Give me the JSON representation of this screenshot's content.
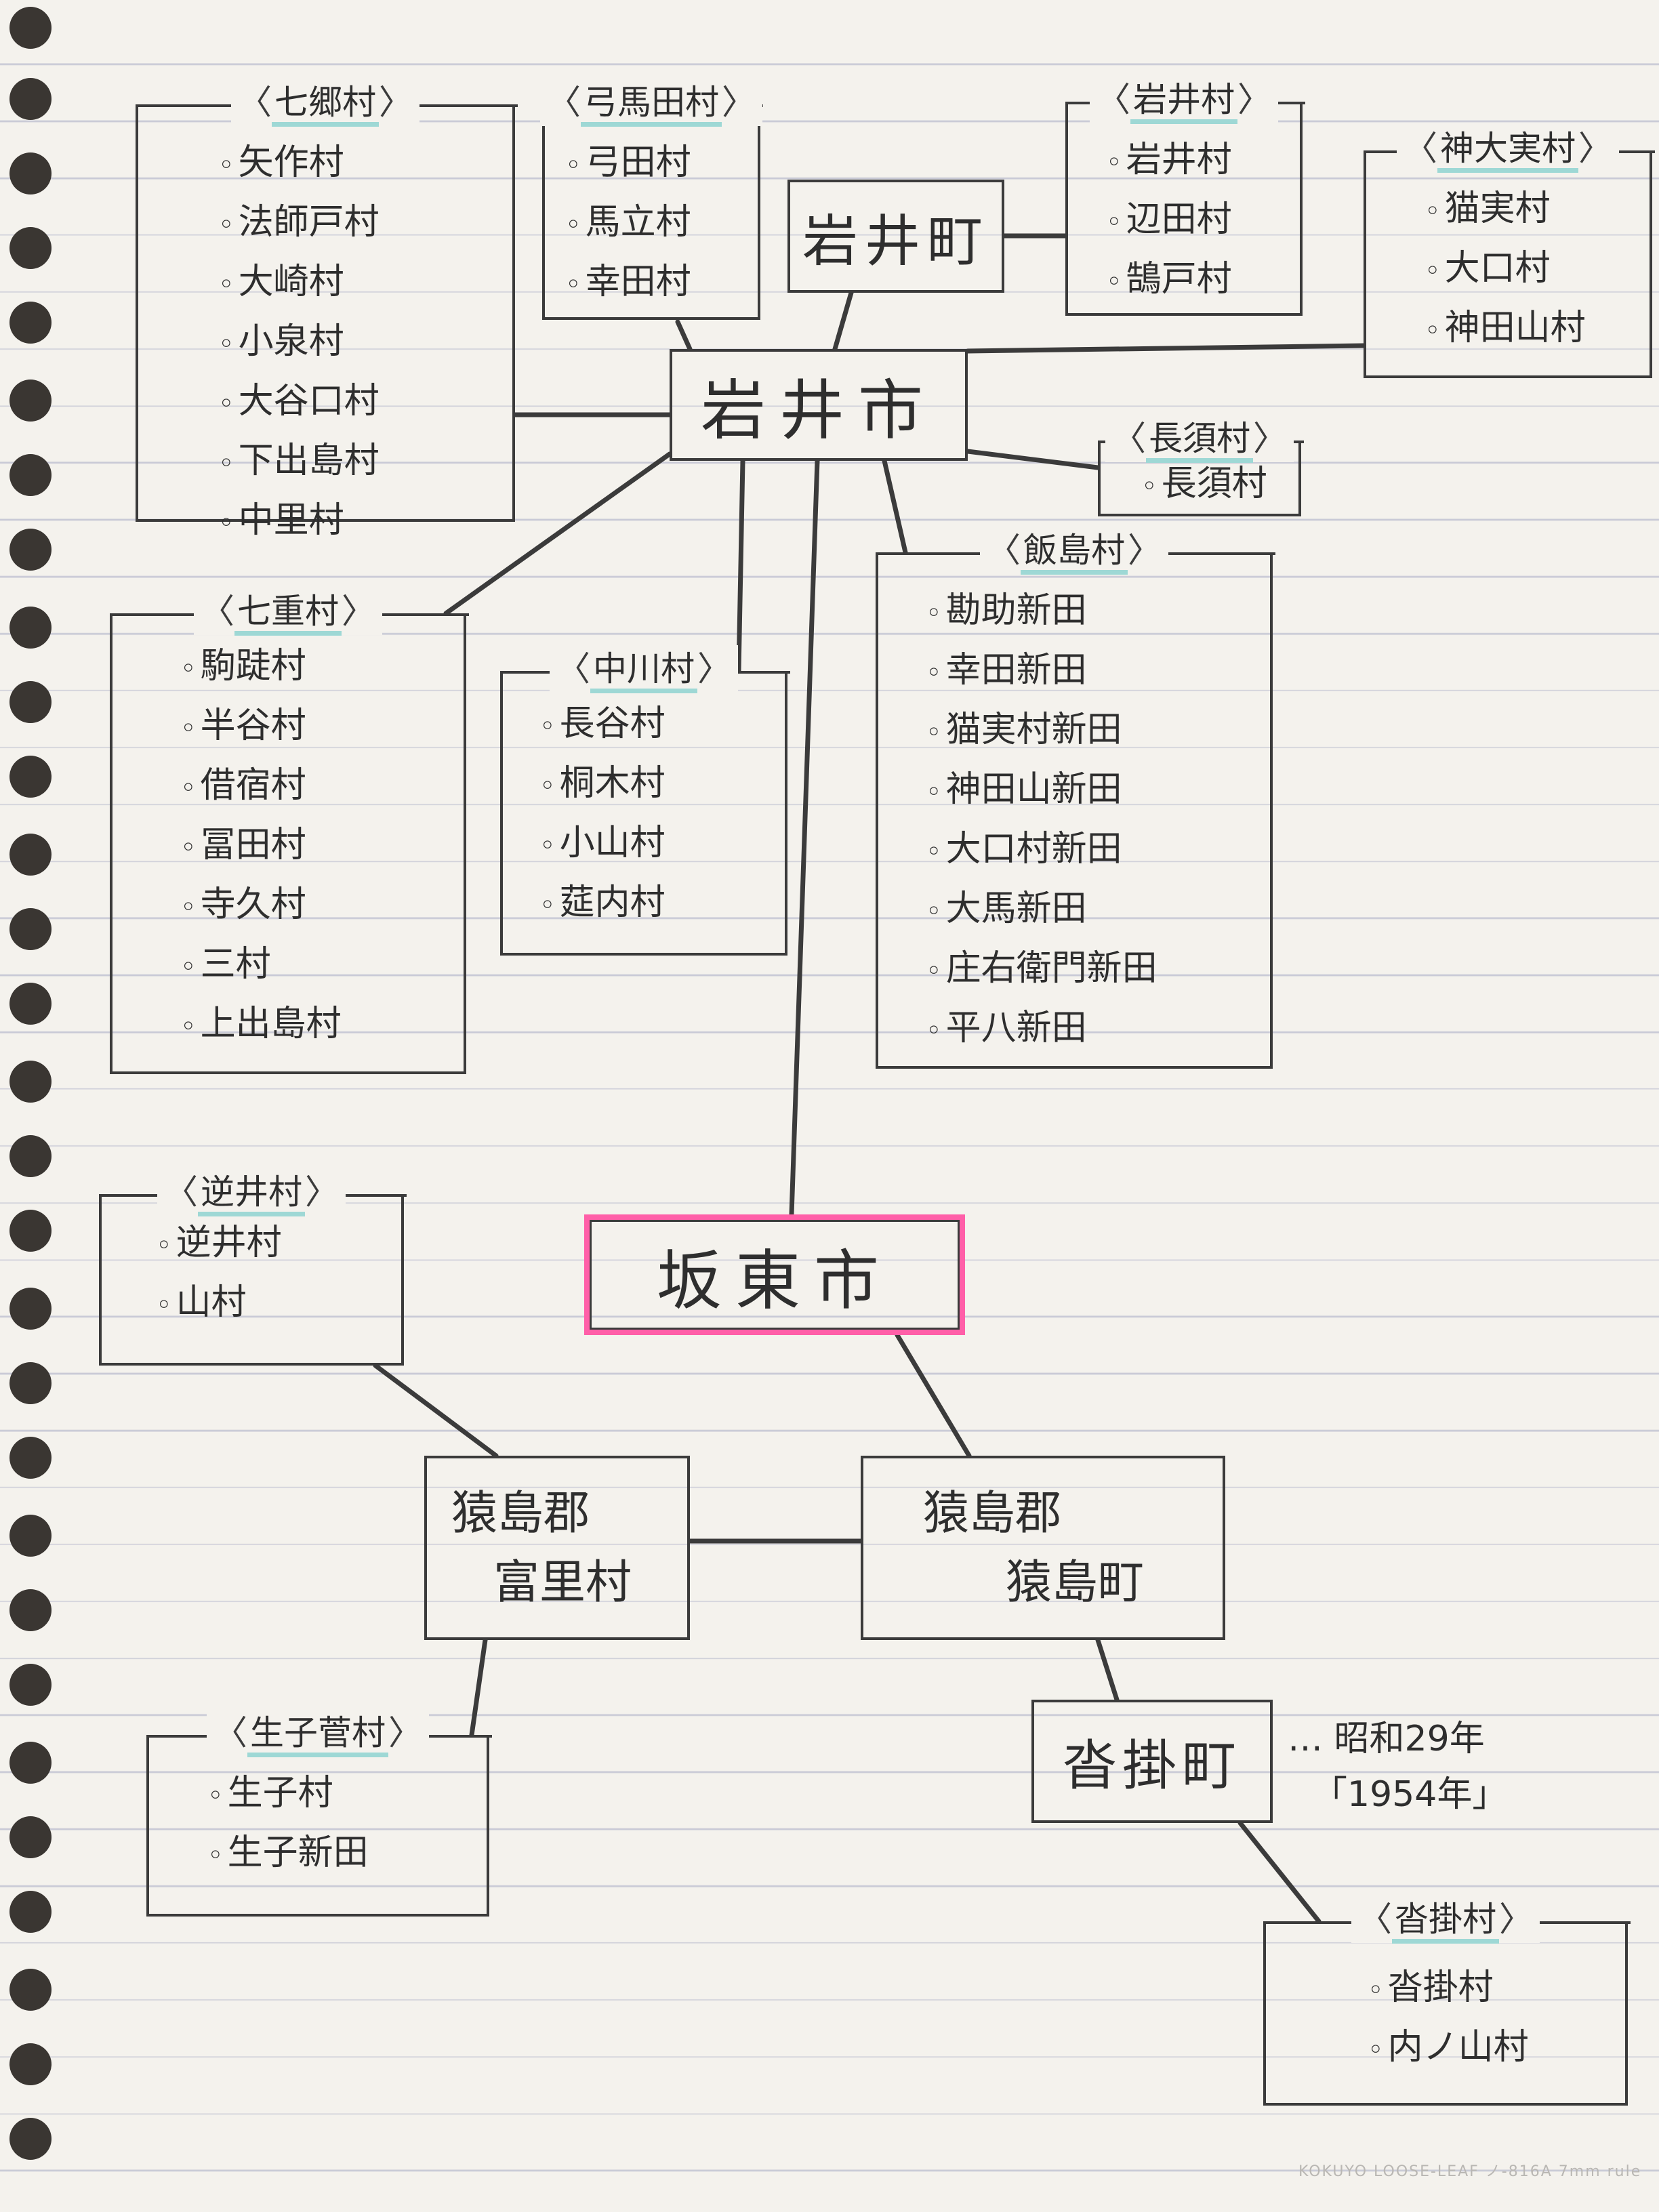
{
  "center": {
    "iwai_city": "岩井市",
    "bando_city": "坂東市",
    "iwai_town": "岩井町"
  },
  "groups": {
    "nanago": {
      "title": "七郷村",
      "items": [
        "矢作村",
        "法師戸村",
        "大崎村",
        "小泉村",
        "大谷口村",
        "下出島村",
        "中里村"
      ]
    },
    "yumada": {
      "title": "弓馬田村",
      "items": [
        "弓田村",
        "馬立村",
        "幸田村"
      ]
    },
    "iwai_village": {
      "title": "岩井村",
      "items": [
        "岩井村",
        "辺田村",
        "鵠戸村"
      ]
    },
    "kandai": {
      "title": "神大実村",
      "items": [
        "猫実村",
        "大口村",
        "神田山村"
      ]
    },
    "nagasu": {
      "title": "長須村",
      "items": [
        "長須村"
      ]
    },
    "nanae": {
      "title": "七重村",
      "items": [
        "駒跿村",
        "半谷村",
        "借宿村",
        "冨田村",
        "寺久村",
        "三村",
        "上出島村"
      ]
    },
    "nakagawa": {
      "title": "中川村",
      "items": [
        "長谷村",
        "桐木村",
        "小山村",
        "莚内村"
      ]
    },
    "iijima": {
      "title": "飯島村",
      "items": [
        "勘助新田",
        "幸田新田",
        "猫実村新田",
        "神田山新田",
        "大口村新田",
        "大馬新田",
        "庄右衛門新田",
        "平八新田"
      ]
    },
    "sakai": {
      "title": "逆井村",
      "items": [
        "逆井村",
        "山村"
      ]
    },
    "ikone": {
      "title": "生子菅村",
      "items": [
        "生子村",
        "生子新田"
      ]
    },
    "kutsukake_village": {
      "title": "沓掛村",
      "items": [
        "沓掛村",
        "内ノ山村"
      ]
    }
  },
  "sashima": {
    "fusato": {
      "line1": "猿島郡",
      "line2": "富里村"
    },
    "sashima_town": {
      "line1": "猿島郡",
      "line2": "猿島町"
    },
    "kutsukake_town": "沓掛町"
  },
  "note": {
    "line1": "… 昭和29年",
    "line2": "「1954年」"
  },
  "footer": "KOKUYO LOOSE-LEAF ノ-816A 7mm rule",
  "colors": {
    "ink": "#3b3b3b",
    "highlight_pink": "#ff5fa8",
    "highlight_teal": "#9ed8d5",
    "ruling": "#c9cad6"
  }
}
